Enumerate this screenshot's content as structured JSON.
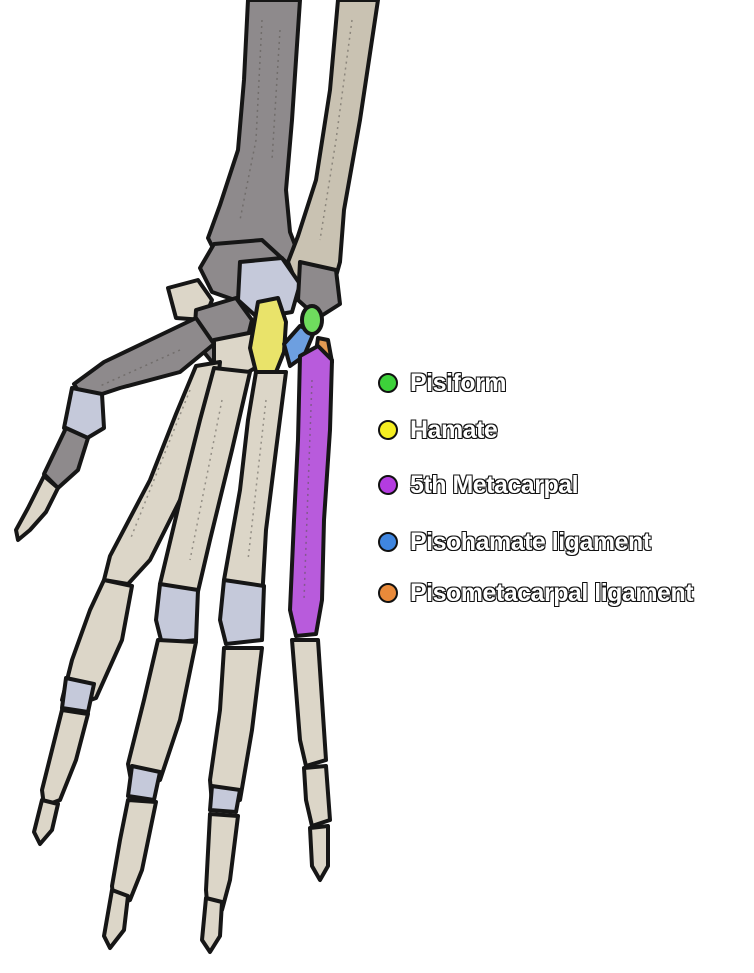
{
  "legend": {
    "items": [
      {
        "label": "Pisiform",
        "color": "#3dd13a"
      },
      {
        "label": "Hamate",
        "color": "#f5ee22"
      },
      {
        "label": "5th Metacarpal",
        "color": "#b43ce0"
      },
      {
        "label": "Pisohamate ligament",
        "color": "#3f86e0"
      },
      {
        "label": "Pisometacarpal ligament",
        "color": "#e98a3a"
      }
    ]
  },
  "highlights": {
    "pisiform": "#6fdc5e",
    "hamate": "#e9e36a",
    "fifth_metacarpal": "#b85bdc",
    "pisohamate_ligament": "#6d9fe0",
    "pisometacarpal_ligament": "#e39a52"
  }
}
